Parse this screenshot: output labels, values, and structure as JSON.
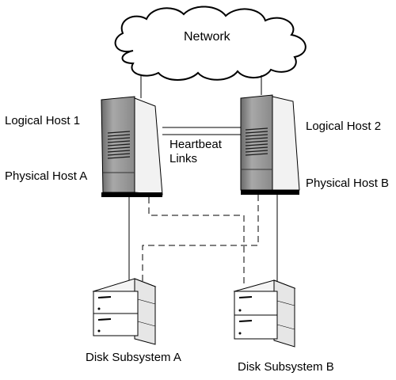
{
  "diagram": {
    "cloud_label": "Network",
    "logical_host_1": "Logical Host 1",
    "logical_host_2": "Logical Host 2",
    "physical_host_a": "Physical Host A",
    "physical_host_b": "Physical Host B",
    "heartbeat_line1": "Heartbeat",
    "heartbeat_line2": "Links",
    "disk_a": "Disk Subsystem A",
    "disk_b": "Disk Subsystem B"
  }
}
